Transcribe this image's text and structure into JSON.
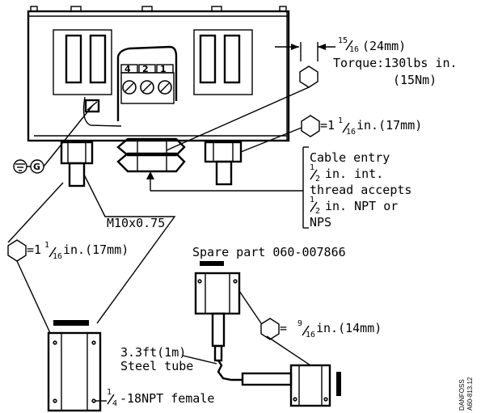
{
  "wrench_top": {
    "size_whole": "15",
    "size_den": "16",
    "size_mm": "(24mm)",
    "torque": "Torque:130lbs in.",
    "torque_nm": "(15Nm)"
  },
  "wrench_right": {
    "prefix": "=1",
    "num": "1",
    "den": "16",
    "text": "in.(17mm)"
  },
  "wrench_left": {
    "prefix": "=1",
    "num": "1",
    "den": "16",
    "text": "in.(17mm)"
  },
  "wrench_small": {
    "prefix": "=",
    "num": "9",
    "den": "16",
    "text": "in.(14mm)"
  },
  "terminals": [
    "4",
    "2",
    "1"
  ],
  "ground_symbol": "G",
  "cable_entry": {
    "line1": "Cable entry",
    "line2_num": "1",
    "line2_den": "2",
    "line2": "in. int.",
    "line3": "thread accepts",
    "line4_num": "1",
    "line4_den": "2",
    "line4": "in. NPT or",
    "line5": "NPS"
  },
  "thread_label": "M10x0.75",
  "spare_part": "Spare part 060-007866",
  "steel_tube_1": "3.3ft(1m)",
  "steel_tube_2": "Steel tube",
  "npt_num": "1",
  "npt_den": "4",
  "npt_text": "-18NPT female",
  "drawing_id_1": "DANFOSS",
  "drawing_id_2": "A60-813.12"
}
